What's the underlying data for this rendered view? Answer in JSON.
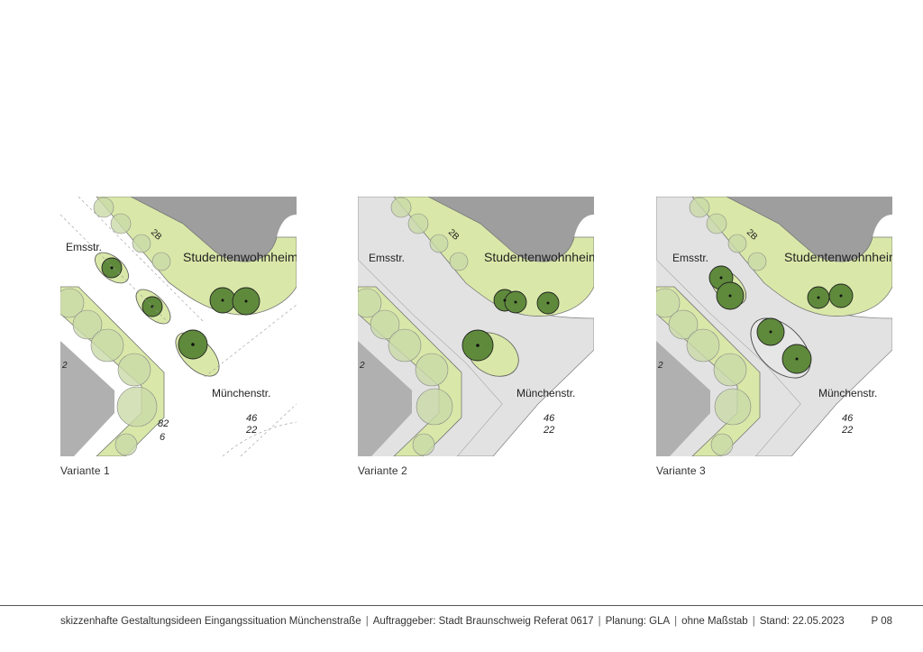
{
  "variants": [
    {
      "caption": "Variante  1",
      "labels": {
        "building": "Studentenwohnheim",
        "building_no": "2B",
        "street_west": "Emsstr.",
        "street_south": "Münchenstr.",
        "num_a": "46",
        "num_b": "22",
        "num_c": "82",
        "num_d": "6",
        "num_e": "2"
      }
    },
    {
      "caption": "Variante  2",
      "labels": {
        "building": "Studentenwohnheim",
        "building_no": "2B",
        "street_west": "Emsstr.",
        "street_south": "Münchenstr.",
        "num_a": "46",
        "num_b": "22",
        "num_e": "2"
      }
    },
    {
      "caption": "Variante  3",
      "labels": {
        "building": "Studentenwohnheim",
        "building_no": "2B",
        "street_west": "Emsstr.",
        "street_south": "Münchenstr.",
        "num_a": "46",
        "num_b": "22",
        "num_e": "2"
      }
    }
  ],
  "footer": {
    "title": "skizzenhafte  Gestaltungsideen  Eingangssituation  Münchenstraße",
    "client": "Auftraggeber:  Stadt  Braunschweig  Referat  0617",
    "planning": "Planung:  GLA",
    "scale": "ohne  Maßstab",
    "date": "Stand:  22.05.2023",
    "page": "P  08"
  },
  "colors": {
    "green_area": "#d9e8a8",
    "tree_existing": "#c9d9a8",
    "tree_new": "#5f8a3c",
    "building": "#9e9e9e",
    "road": "#e2e2e2"
  }
}
